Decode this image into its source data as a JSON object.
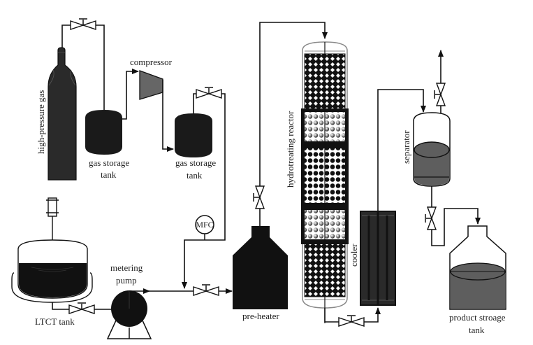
{
  "diagram": {
    "type": "process-flow",
    "title": "",
    "colors": {
      "line": "#111111",
      "tank_dark": "#1a1a1a",
      "cylinder": "#2a2a2a",
      "compressor": "#666666",
      "liquid": "#5e5e5e",
      "reactor_outline": "#888888"
    },
    "labels": {
      "high_pressure_gas": "high-pressure gas",
      "gas_storage_tank_1_line1": "gas storage",
      "gas_storage_tank_1_line2": "tank",
      "compressor": "compressor",
      "gas_storage_tank_2_line1": "gas storage",
      "gas_storage_tank_2_line2": "tank",
      "mfc": "MFC",
      "ltct_tank": "LTCT tank",
      "metering_pump_line1": "metering",
      "metering_pump_line2": "pump",
      "pre_heater": "pre-heater",
      "hydrotreating_reactor": "hydrotreating reactor",
      "cooler": "cooler",
      "separator": "separator",
      "product_storage_line1": "product stroage",
      "product_storage_line2": "tank"
    },
    "nodes": [
      "high-pressure gas",
      "gas storage tank",
      "compressor",
      "gas storage tank",
      "MFC",
      "LTCT tank",
      "metering pump",
      "pre-heater",
      "hydrotreating reactor",
      "cooler",
      "separator",
      "product stroage tank"
    ],
    "edges": [
      [
        "high-pressure gas",
        "gas storage tank"
      ],
      [
        "gas storage tank",
        "compressor"
      ],
      [
        "compressor",
        "gas storage tank"
      ],
      [
        "gas storage tank",
        "MFC"
      ],
      [
        "LTCT tank",
        "metering pump"
      ],
      [
        "metering pump",
        "pre-heater"
      ],
      [
        "MFC",
        "pre-heater"
      ],
      [
        "pre-heater",
        "hydrotreating reactor"
      ],
      [
        "hydrotreating reactor",
        "cooler"
      ],
      [
        "cooler",
        "separator"
      ],
      [
        "separator",
        "product stroage tank"
      ]
    ]
  }
}
